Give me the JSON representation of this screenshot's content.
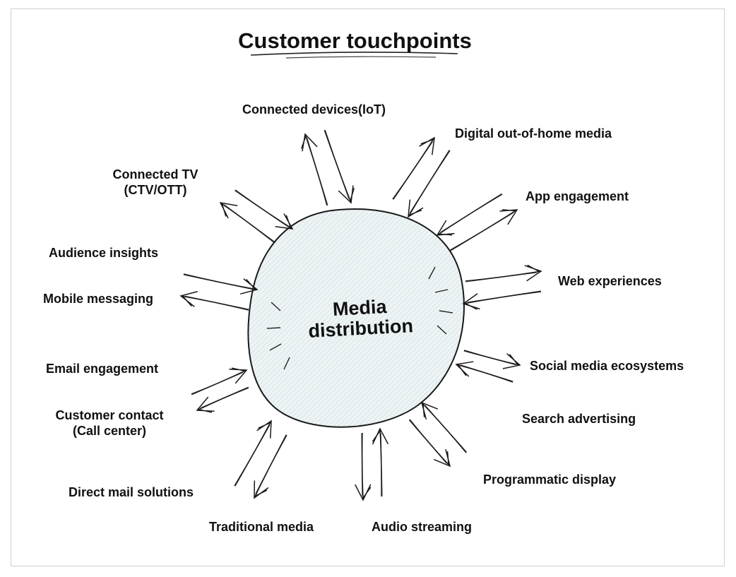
{
  "title": "Customer touchpoints",
  "hub": {
    "line1": "Media",
    "line2": "distribution",
    "fill_color": "#e9f1f3",
    "stroke_color": "#1a1a1a"
  },
  "touchpoints": [
    {
      "id": "connected-devices",
      "lines": [
        "Connected devices(IoT)"
      ]
    },
    {
      "id": "digital-out-of-home",
      "lines": [
        "Digital out-of-home media"
      ]
    },
    {
      "id": "app-engagement",
      "lines": [
        "App engagement"
      ]
    },
    {
      "id": "web-experiences",
      "lines": [
        "Web experiences"
      ]
    },
    {
      "id": "social-media",
      "lines": [
        "Social media ecosystems"
      ]
    },
    {
      "id": "search-advertising",
      "lines": [
        "Search advertising"
      ]
    },
    {
      "id": "programmatic-display",
      "lines": [
        "Programmatic display"
      ]
    },
    {
      "id": "audio-streaming",
      "lines": [
        "Audio streaming"
      ]
    },
    {
      "id": "traditional-media",
      "lines": [
        "Traditional media"
      ]
    },
    {
      "id": "direct-mail",
      "lines": [
        "Direct mail solutions"
      ]
    },
    {
      "id": "customer-contact",
      "lines": [
        "Customer contact",
        "(Call center)"
      ]
    },
    {
      "id": "email-engagement",
      "lines": [
        "Email engagement"
      ]
    },
    {
      "id": "mobile-messaging",
      "lines": [
        "Mobile messaging"
      ]
    },
    {
      "id": "audience-insights",
      "lines": [
        "Audience insights"
      ]
    },
    {
      "id": "connected-tv",
      "lines": [
        "Connected TV",
        "(CTV/OTT)"
      ]
    }
  ],
  "colors": {
    "ink": "#111111",
    "frame_border": "#cfcfcf",
    "background": "#ffffff"
  }
}
